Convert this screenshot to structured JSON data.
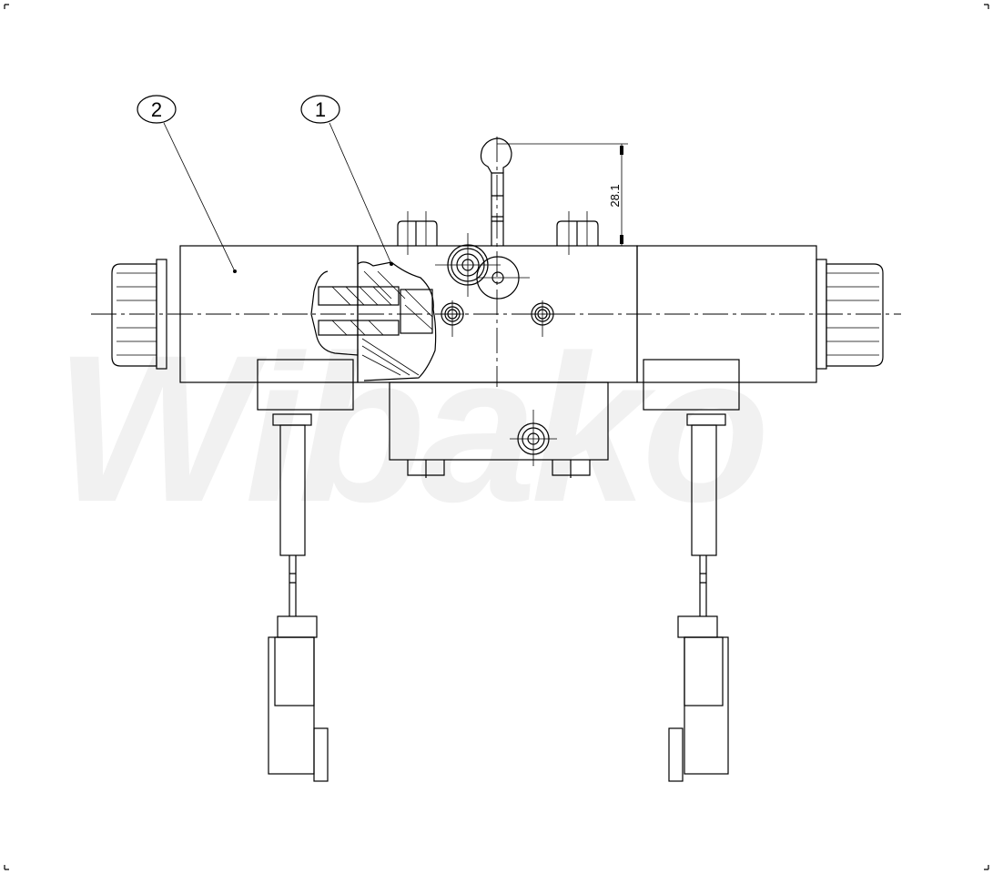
{
  "drawing": {
    "watermark": "Wibako",
    "balloons": [
      {
        "label": "1",
        "part": "valve-body"
      },
      {
        "label": "2",
        "part": "solenoid"
      }
    ],
    "dimension": {
      "value": "28.1"
    }
  },
  "colors": {
    "line": "#000000",
    "watermark": "#f1f1f1",
    "background": "#ffffff"
  }
}
